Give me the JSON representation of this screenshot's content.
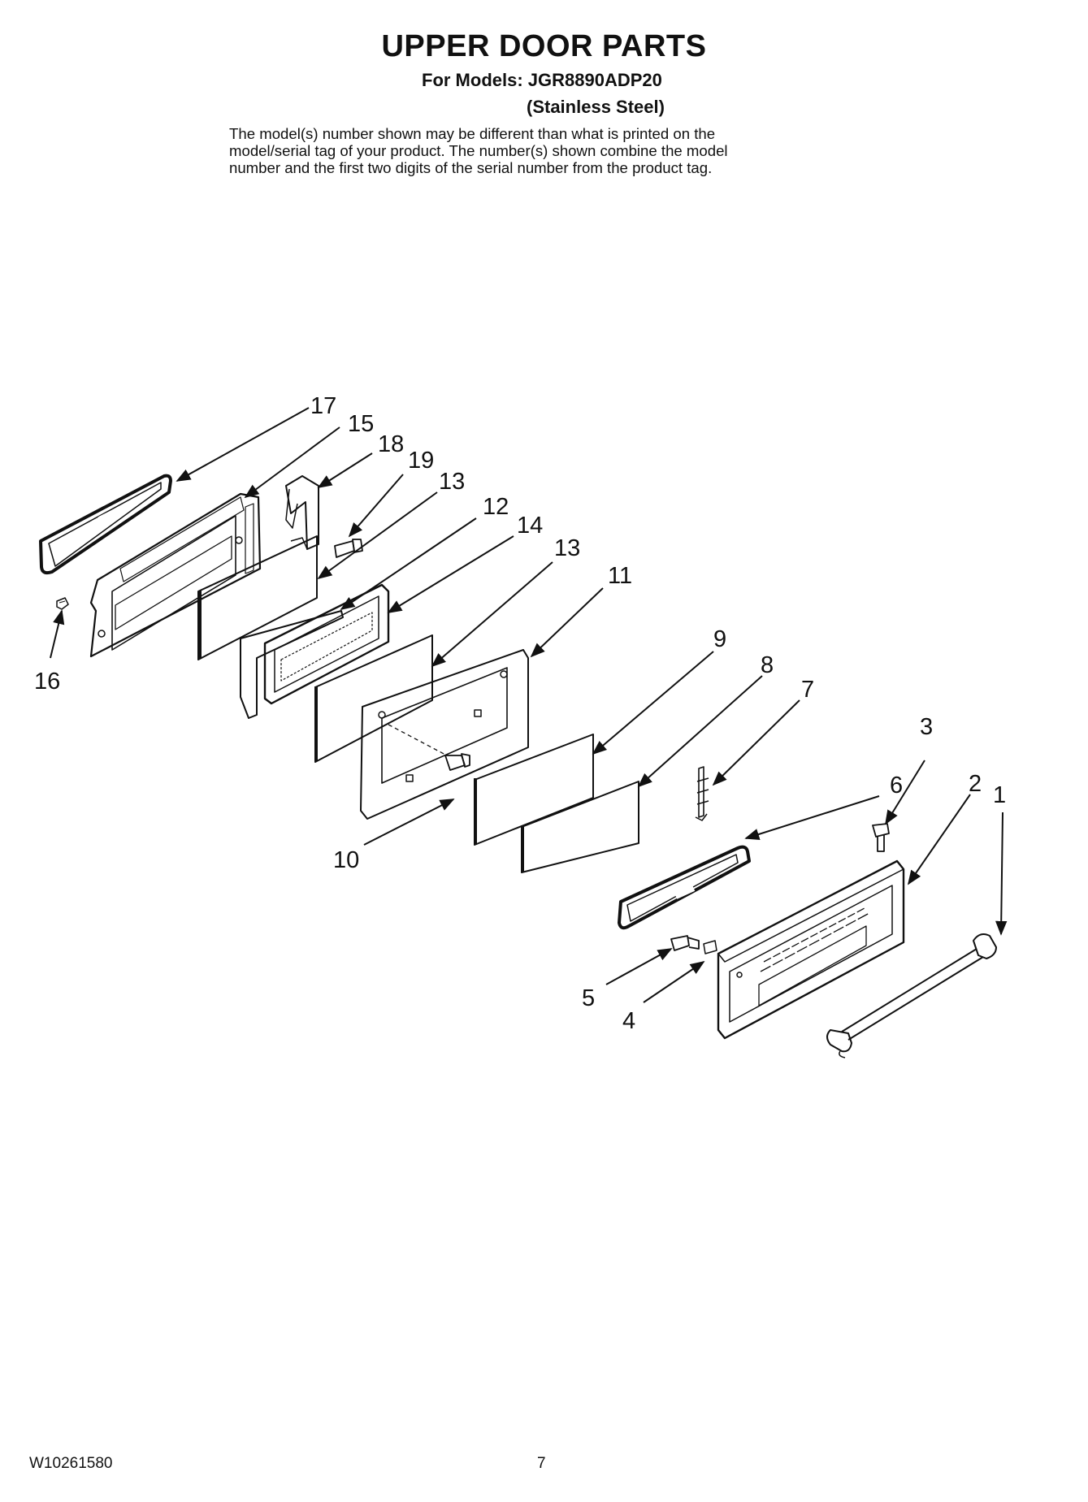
{
  "header": {
    "title": "UPPER DOOR PARTS",
    "models": "For Models: JGR8890ADP20",
    "variant": "(Stainless Steel)",
    "description": [
      "The model(s) number shown may be different than what is printed on the",
      "model/serial tag of your product. The number(s) shown combine the model",
      "number and the first two digits of the serial number from the product tag."
    ]
  },
  "callouts": {
    "c1": "1",
    "c2": "2",
    "c3": "3",
    "c4": "4",
    "c5": "5",
    "c6": "6",
    "c7": "7",
    "c8": "8",
    "c9": "9",
    "c10": "10",
    "c11": "11",
    "c12": "12",
    "c13a": "13",
    "c13b": "13",
    "c14": "14",
    "c15": "15",
    "c16": "16",
    "c17": "17",
    "c18": "18",
    "c19": "19"
  },
  "footer": {
    "doc_number": "W10261580",
    "page_number": "7"
  }
}
